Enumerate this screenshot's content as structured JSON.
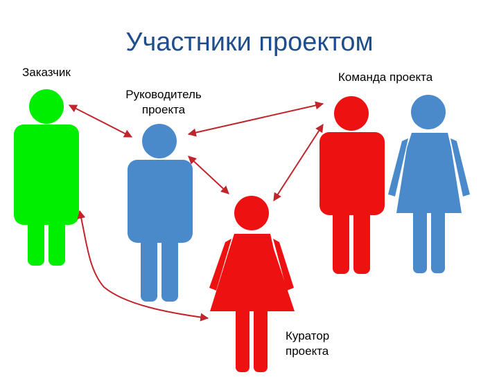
{
  "title": "Участники проектом",
  "labels": {
    "customer": "Заказчик",
    "manager_line1": "Руководитель",
    "manager_line2": "проекта",
    "team": "Команда проекта",
    "curator_line1": "Куратор",
    "curator_line2": "проекта"
  },
  "colors": {
    "title": "#1f4e8c",
    "customer": "#00ee00",
    "manager": "#4a8acb",
    "team_man": "#ee1111",
    "team_woman": "#4a8acb",
    "curator": "#ee1111",
    "arrows": "#c0252b"
  },
  "figures": [
    {
      "role": "customer",
      "gender": "male"
    },
    {
      "role": "manager",
      "gender": "male"
    },
    {
      "role": "curator",
      "gender": "female"
    },
    {
      "role": "team_man",
      "gender": "male"
    },
    {
      "role": "team_woman",
      "gender": "female"
    }
  ],
  "connections": [
    {
      "from": "customer",
      "to": "manager",
      "bidirectional": true
    },
    {
      "from": "manager",
      "to": "team",
      "bidirectional": true
    },
    {
      "from": "manager",
      "to": "curator",
      "bidirectional": true
    },
    {
      "from": "curator",
      "to": "team",
      "bidirectional": true
    },
    {
      "from": "customer",
      "to": "curator",
      "bidirectional": true
    }
  ]
}
